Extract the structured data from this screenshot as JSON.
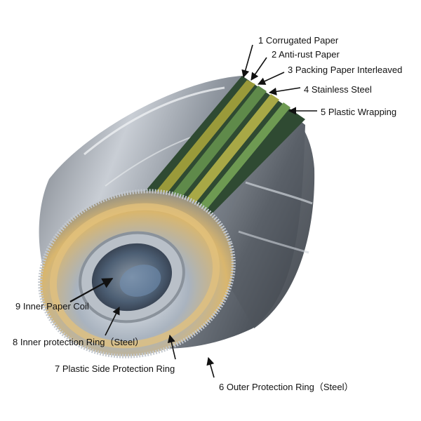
{
  "labels": {
    "l1": "1 Corrugated Paper",
    "l2": "2 Anti-rust Paper",
    "l3": "3 Packing Paper Interleaved",
    "l4": "4 Stainless Steel",
    "l5": "5 Plastic Wrapping",
    "l6": "6 Outer Protection Ring（Steel）",
    "l7": "7 Plastic Side Protection Ring",
    "l8": "8 Inner protection Ring（Steel）",
    "l9": "9 Inner Paper Coil"
  },
  "colors": {
    "steel_light": "#d7dce3",
    "steel_mid": "#9aa2ad",
    "steel_dark": "#565d66",
    "cut_dark": "#2f4a32",
    "cut_olive": "#9a9a3a",
    "cut_green": "#5f8a4a",
    "gold_reflection": "#e0b45a",
    "arrow": "#111111"
  }
}
